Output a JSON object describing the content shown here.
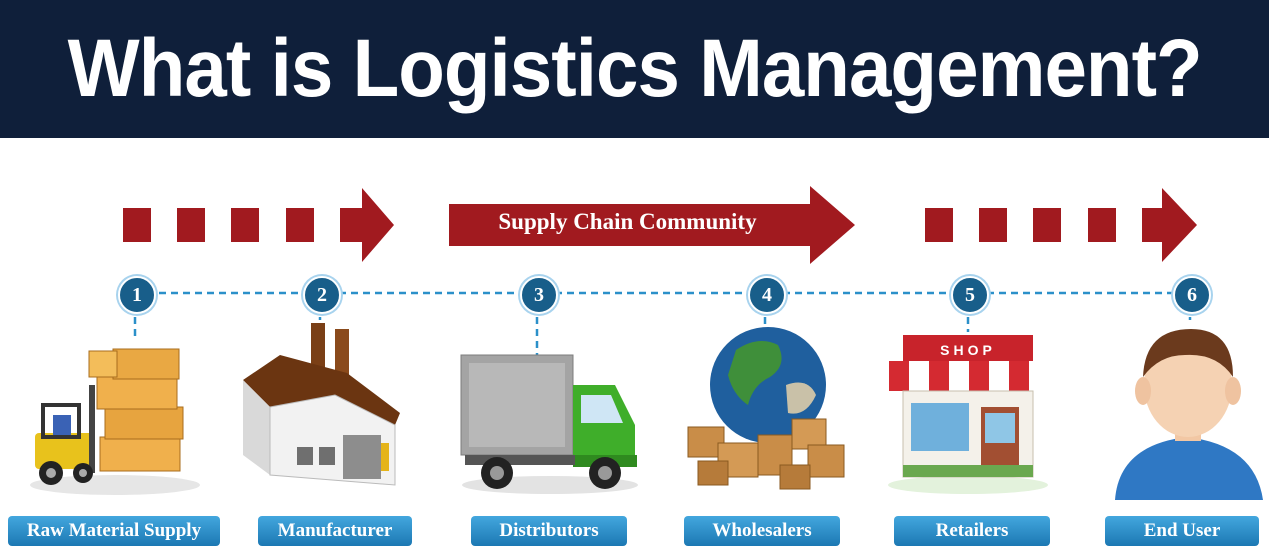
{
  "header": {
    "title": "What is Logistics Management?"
  },
  "flow": {
    "chain_label": "Supply Chain Community"
  },
  "stages": [
    {
      "number": "1",
      "label": "Raw Material Supply",
      "icon": "forklift-boxes-icon"
    },
    {
      "number": "2",
      "label": "Manufacturer",
      "icon": "factory-icon"
    },
    {
      "number": "3",
      "label": "Distributors",
      "icon": "truck-icon"
    },
    {
      "number": "4",
      "label": "Wholesalers",
      "icon": "globe-boxes-icon"
    },
    {
      "number": "5",
      "label": "Retailers",
      "icon": "shop-icon"
    },
    {
      "number": "6",
      "label": "End User",
      "icon": "person-icon"
    }
  ],
  "shop_sign": "SHOP",
  "colors": {
    "banner": "#0f1f3a",
    "arrow_red": "#a11a1f",
    "badge_blue": "#185e8a",
    "label_blue": "#2b90c9",
    "connector": "#2b90c9"
  }
}
